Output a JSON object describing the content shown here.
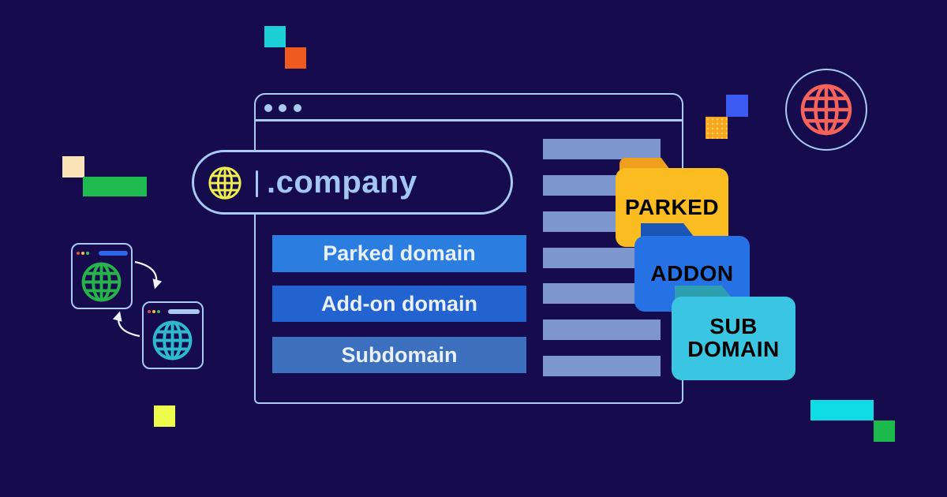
{
  "canvas": {
    "background": "#150b4d",
    "outline_color": "#a9c9f2"
  },
  "main_window": {
    "address_bar": {
      "value": ".company",
      "text_color": "#a3c6f3",
      "globe_color": "#f0ee4e"
    },
    "menu_buttons": [
      {
        "label": "Parked domain",
        "color": "#2b7de0"
      },
      {
        "label": "Add-on domain",
        "color": "#2263cf"
      },
      {
        "label": "Subdomain",
        "color": "#3d6fbf"
      }
    ],
    "content_rows": {
      "count": "7",
      "color": "#7d96ce"
    }
  },
  "folders": [
    {
      "label": "PARKED",
      "body_color": "#fbbc22",
      "tab_color": "#f09e1d",
      "text_color": "#0c0c14"
    },
    {
      "label": "ADDON",
      "body_color": "#2671e4",
      "tab_color": "#1c55b8",
      "text_color": "#ffffff"
    },
    {
      "label": "SUB DOMAIN",
      "lines": {
        "0": "SUB",
        "1": "DOMAIN"
      },
      "body_color": "#3ac6e2",
      "tab_color": "#2d9fb0",
      "text_color": "#ffffff"
    }
  ],
  "mini_windows": [
    {
      "globe_color": "#27b24b",
      "address_bar_color": "#2e66e8"
    },
    {
      "globe_color": "#2eb9cf",
      "address_bar_color": "#a9c9f2"
    }
  ],
  "network_globe": {
    "ring_color": "#a9c9f2",
    "globe_color": "#f7625b"
  },
  "decor": {
    "teal_top": "#1ccfd6",
    "orange_top": "#ef5a20",
    "cream_left": "#fae3b7",
    "green_left": "#1fba50",
    "yellow_bottom_left": "#eefb4d",
    "blue_right": "#3b5af0",
    "orange_right": "#f6a71f",
    "teal_bottom_right": "#0fdce4",
    "green_bottom_right": "#1cba4c"
  }
}
